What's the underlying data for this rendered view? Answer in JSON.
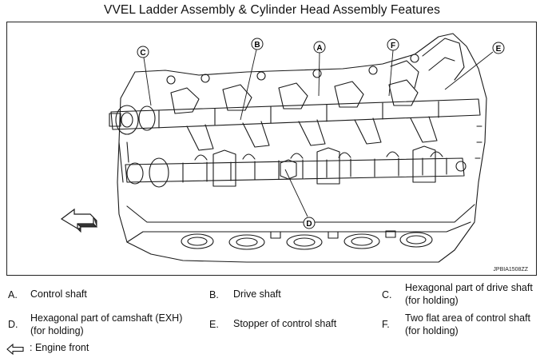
{
  "title": "VVEL Ladder Assembly & Cylinder Head Assembly Features",
  "figure_code": "JPBIA1508ZZ",
  "callouts": [
    "A",
    "B",
    "C",
    "D",
    "E",
    "F"
  ],
  "legend": [
    {
      "letter": "A.",
      "text": "Control shaft"
    },
    {
      "letter": "B.",
      "text": "Drive shaft"
    },
    {
      "letter": "C.",
      "text": "Hexagonal part of drive shaft (for holding)"
    },
    {
      "letter": "D.",
      "text": "Hexagonal part of camshaft (EXH) (for holding)"
    },
    {
      "letter": "E.",
      "text": "Stopper of control shaft"
    },
    {
      "letter": "F.",
      "text": "Two flat area of control shaft (for holding)"
    }
  ],
  "engine_front": ": Engine front"
}
